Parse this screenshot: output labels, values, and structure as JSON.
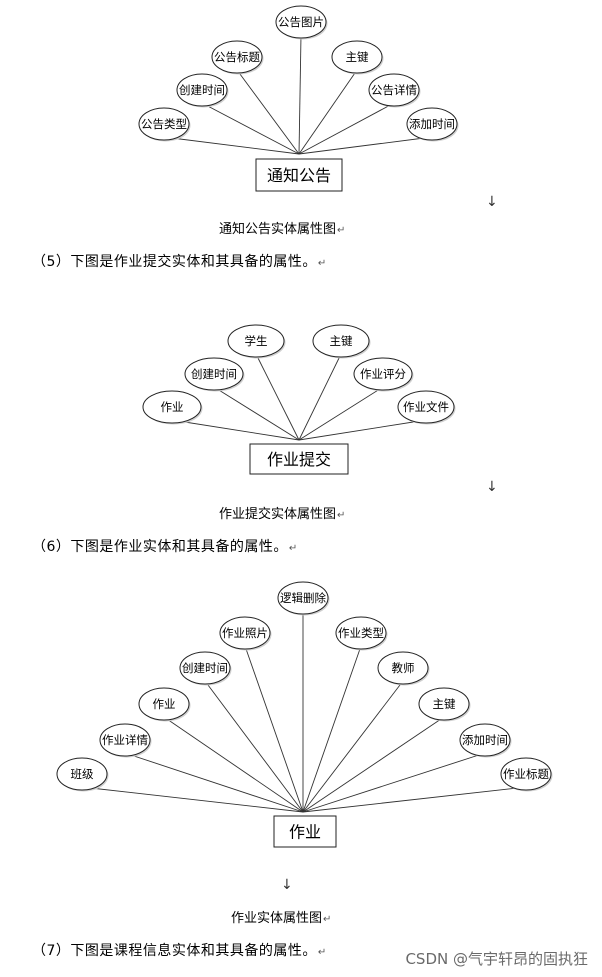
{
  "diagrams": [
    {
      "entity": "通知公告",
      "caption": "通知公告实体属性图",
      "attributes": [
        "公告类型",
        "创建时间",
        "公告标题",
        "公告图片",
        "主键",
        "公告详情",
        "添加时间"
      ]
    },
    {
      "entity": "作业提交",
      "caption": "作业提交实体属性图",
      "attributes": [
        "作业",
        "创建时间",
        "学生",
        "主键",
        "作业评分",
        "作业文件"
      ]
    },
    {
      "entity": "作业",
      "caption": "作业实体属性图",
      "attributes": [
        "班级",
        "作业详情",
        "作业",
        "创建时间",
        "作业照片",
        "逻辑删除",
        "作业类型",
        "教师",
        "主键",
        "添加时间",
        "作业标题"
      ]
    }
  ],
  "paragraphs": {
    "p5": "（5）下图是作业提交实体和其具备的属性。",
    "p6": "（6）下图是作业实体和其具备的属性。",
    "p7": "（7）下图是课程信息实体和其具备的属性。"
  },
  "marks": {
    "return_mark": "↵",
    "down_arrow": "↓"
  },
  "watermark": "CSDN @气宇轩昂的固执狂"
}
